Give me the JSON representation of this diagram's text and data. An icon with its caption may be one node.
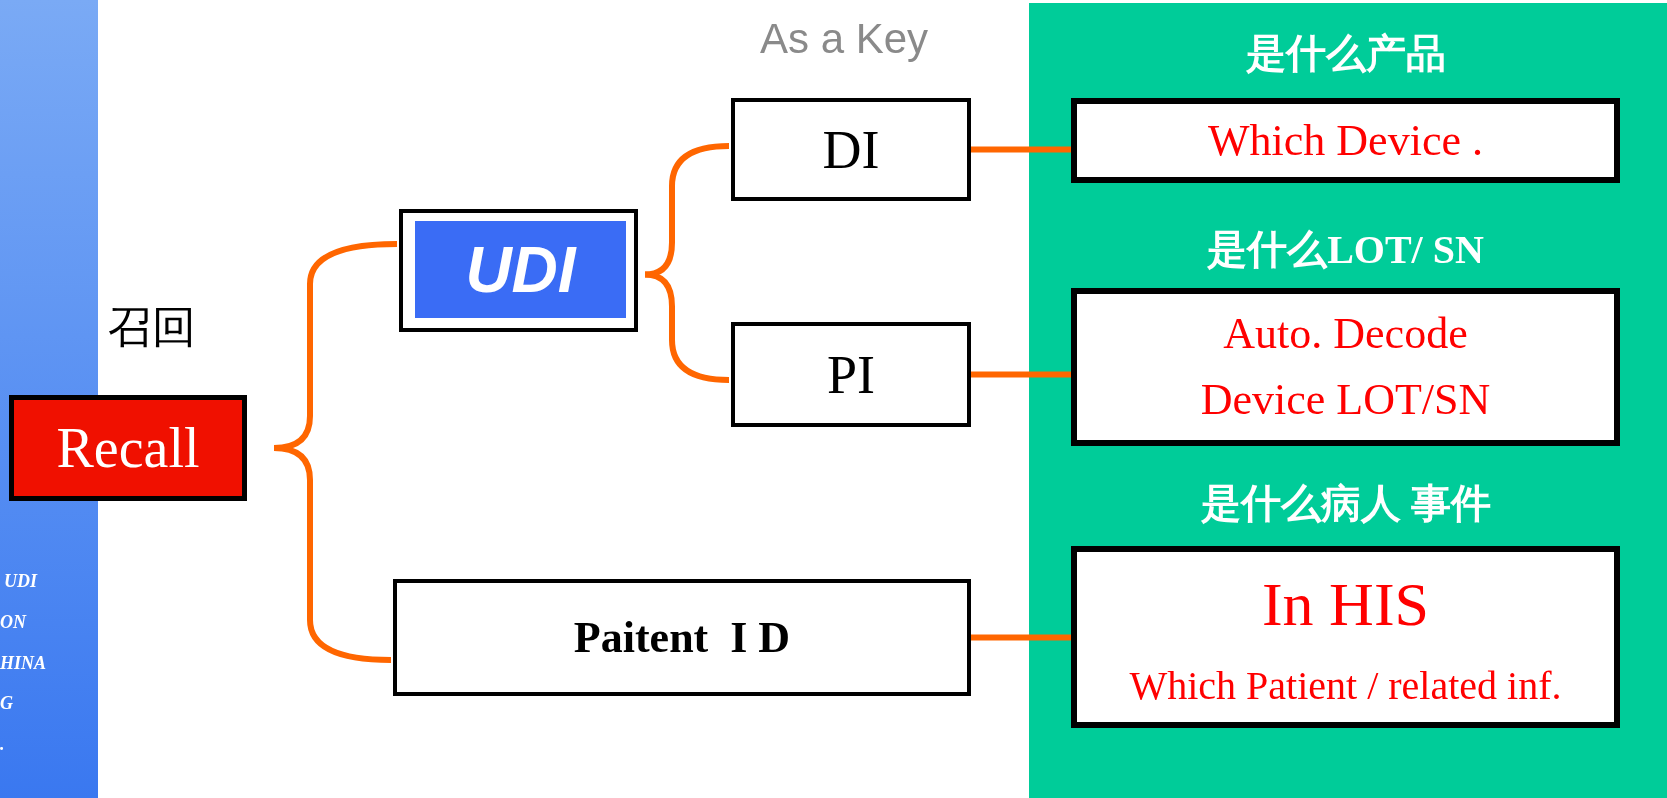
{
  "diagram": {
    "nodes": [
      {
        "text": [
          "Recall"
        ],
        "beside": [
          "召回"
        ]
      },
      {
        "text": [
          "UDI"
        ]
      },
      {
        "text": [
          "DI"
        ]
      },
      {
        "text": [
          "PI"
        ]
      },
      {
        "text": [
          "Paitent  I D"
        ]
      },
      {
        "text": [
          "是什么产品",
          "Which Device ."
        ]
      },
      {
        "text": [
          "是什么LOT/ SN",
          "Auto. Decode Device LOT/SN"
        ]
      },
      {
        "text": [
          "是什么病人 事件",
          "In HIS",
          "Which Patient / related inf."
        ]
      }
    ],
    "edges": [
      {
        "from": 0,
        "to": 1,
        "arrow": "none"
      },
      {
        "from": 0,
        "to": 4,
        "arrow": "none"
      },
      {
        "from": 1,
        "to": 2,
        "arrow": "none"
      },
      {
        "from": 1,
        "to": 3,
        "arrow": "none"
      },
      {
        "from": 2,
        "to": 5,
        "arrow": "none"
      },
      {
        "from": 3,
        "to": 6,
        "arrow": "none"
      },
      {
        "from": 4,
        "to": 7,
        "arrow": "none"
      }
    ],
    "labels": [
      "As a Key",
      "UDI",
      "ON",
      "HINA",
      "G",
      "."
    ]
  }
}
